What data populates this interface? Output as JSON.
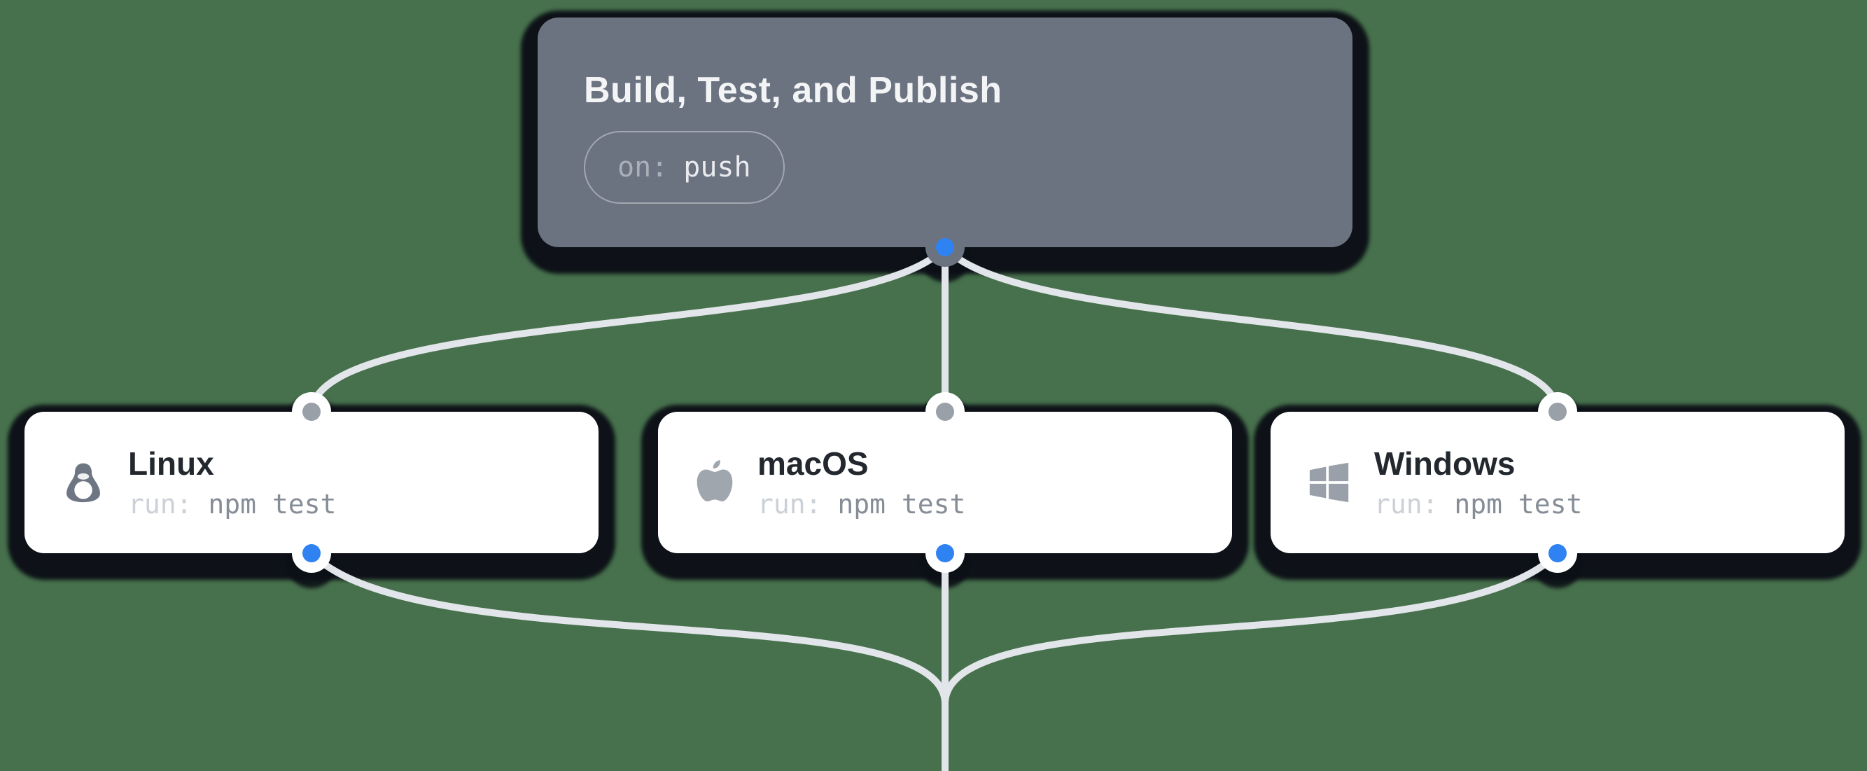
{
  "palette": {
    "background": "#47714d",
    "edge": "#e2e5e9",
    "shadow": "#0d1117",
    "trigger_card_bg": "#6b7280",
    "job_card_bg": "#ffffff",
    "blue_port": "#2e82f2",
    "gray_port": "#9aa0a8"
  },
  "workflow": {
    "trigger": {
      "title": "Build, Test, and Publish",
      "badge": {
        "key": "on:",
        "value": "push"
      }
    },
    "jobs": [
      {
        "title": "Linux",
        "run_key": "run:",
        "run_value": "npm test",
        "icon": "linux-tux-icon",
        "icon_color": "#6e7683"
      },
      {
        "title": "macOS",
        "run_key": "run:",
        "run_value": "npm test",
        "icon": "apple-icon",
        "icon_color": "#a0a6ad"
      },
      {
        "title": "Windows",
        "run_key": "run:",
        "run_value": "npm test",
        "icon": "windows-icon",
        "icon_color": "#99a0a9"
      }
    ]
  }
}
